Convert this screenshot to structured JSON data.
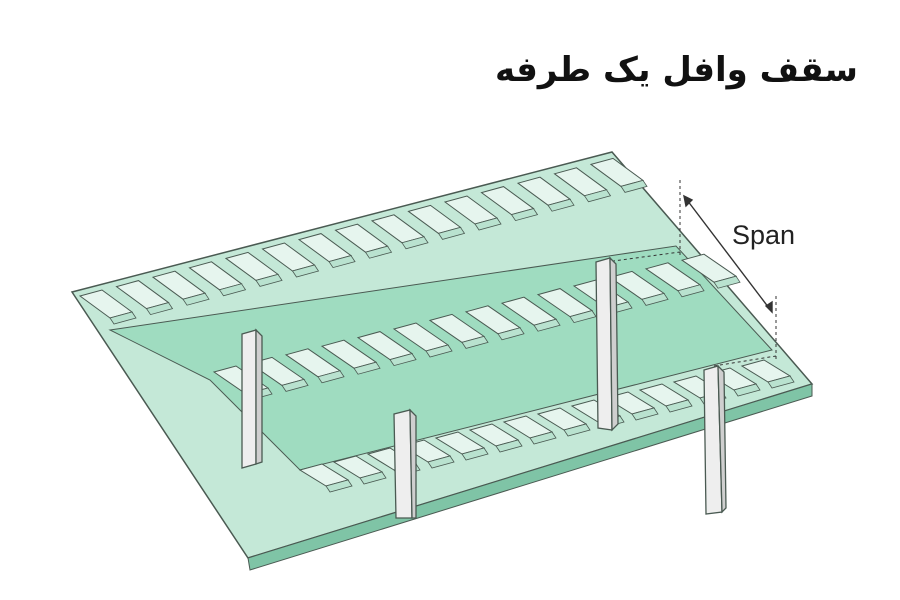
{
  "title": "سقف وافل یک طرفه",
  "diagram": {
    "span_label": "Span",
    "colors": {
      "slab_top": "#c4e8d7",
      "slab_underside": "#9fdcc0",
      "slab_edge": "#7fc4a6",
      "rib": "#e6f5ee",
      "rib_shadow": "#b9e2cf",
      "outline": "#4a5a52",
      "column_face": "#eeeeee",
      "column_side": "#cfcfcf"
    },
    "icons": [
      "slab",
      "ribs",
      "beam-band",
      "column",
      "span-dimension-arrow"
    ]
  }
}
